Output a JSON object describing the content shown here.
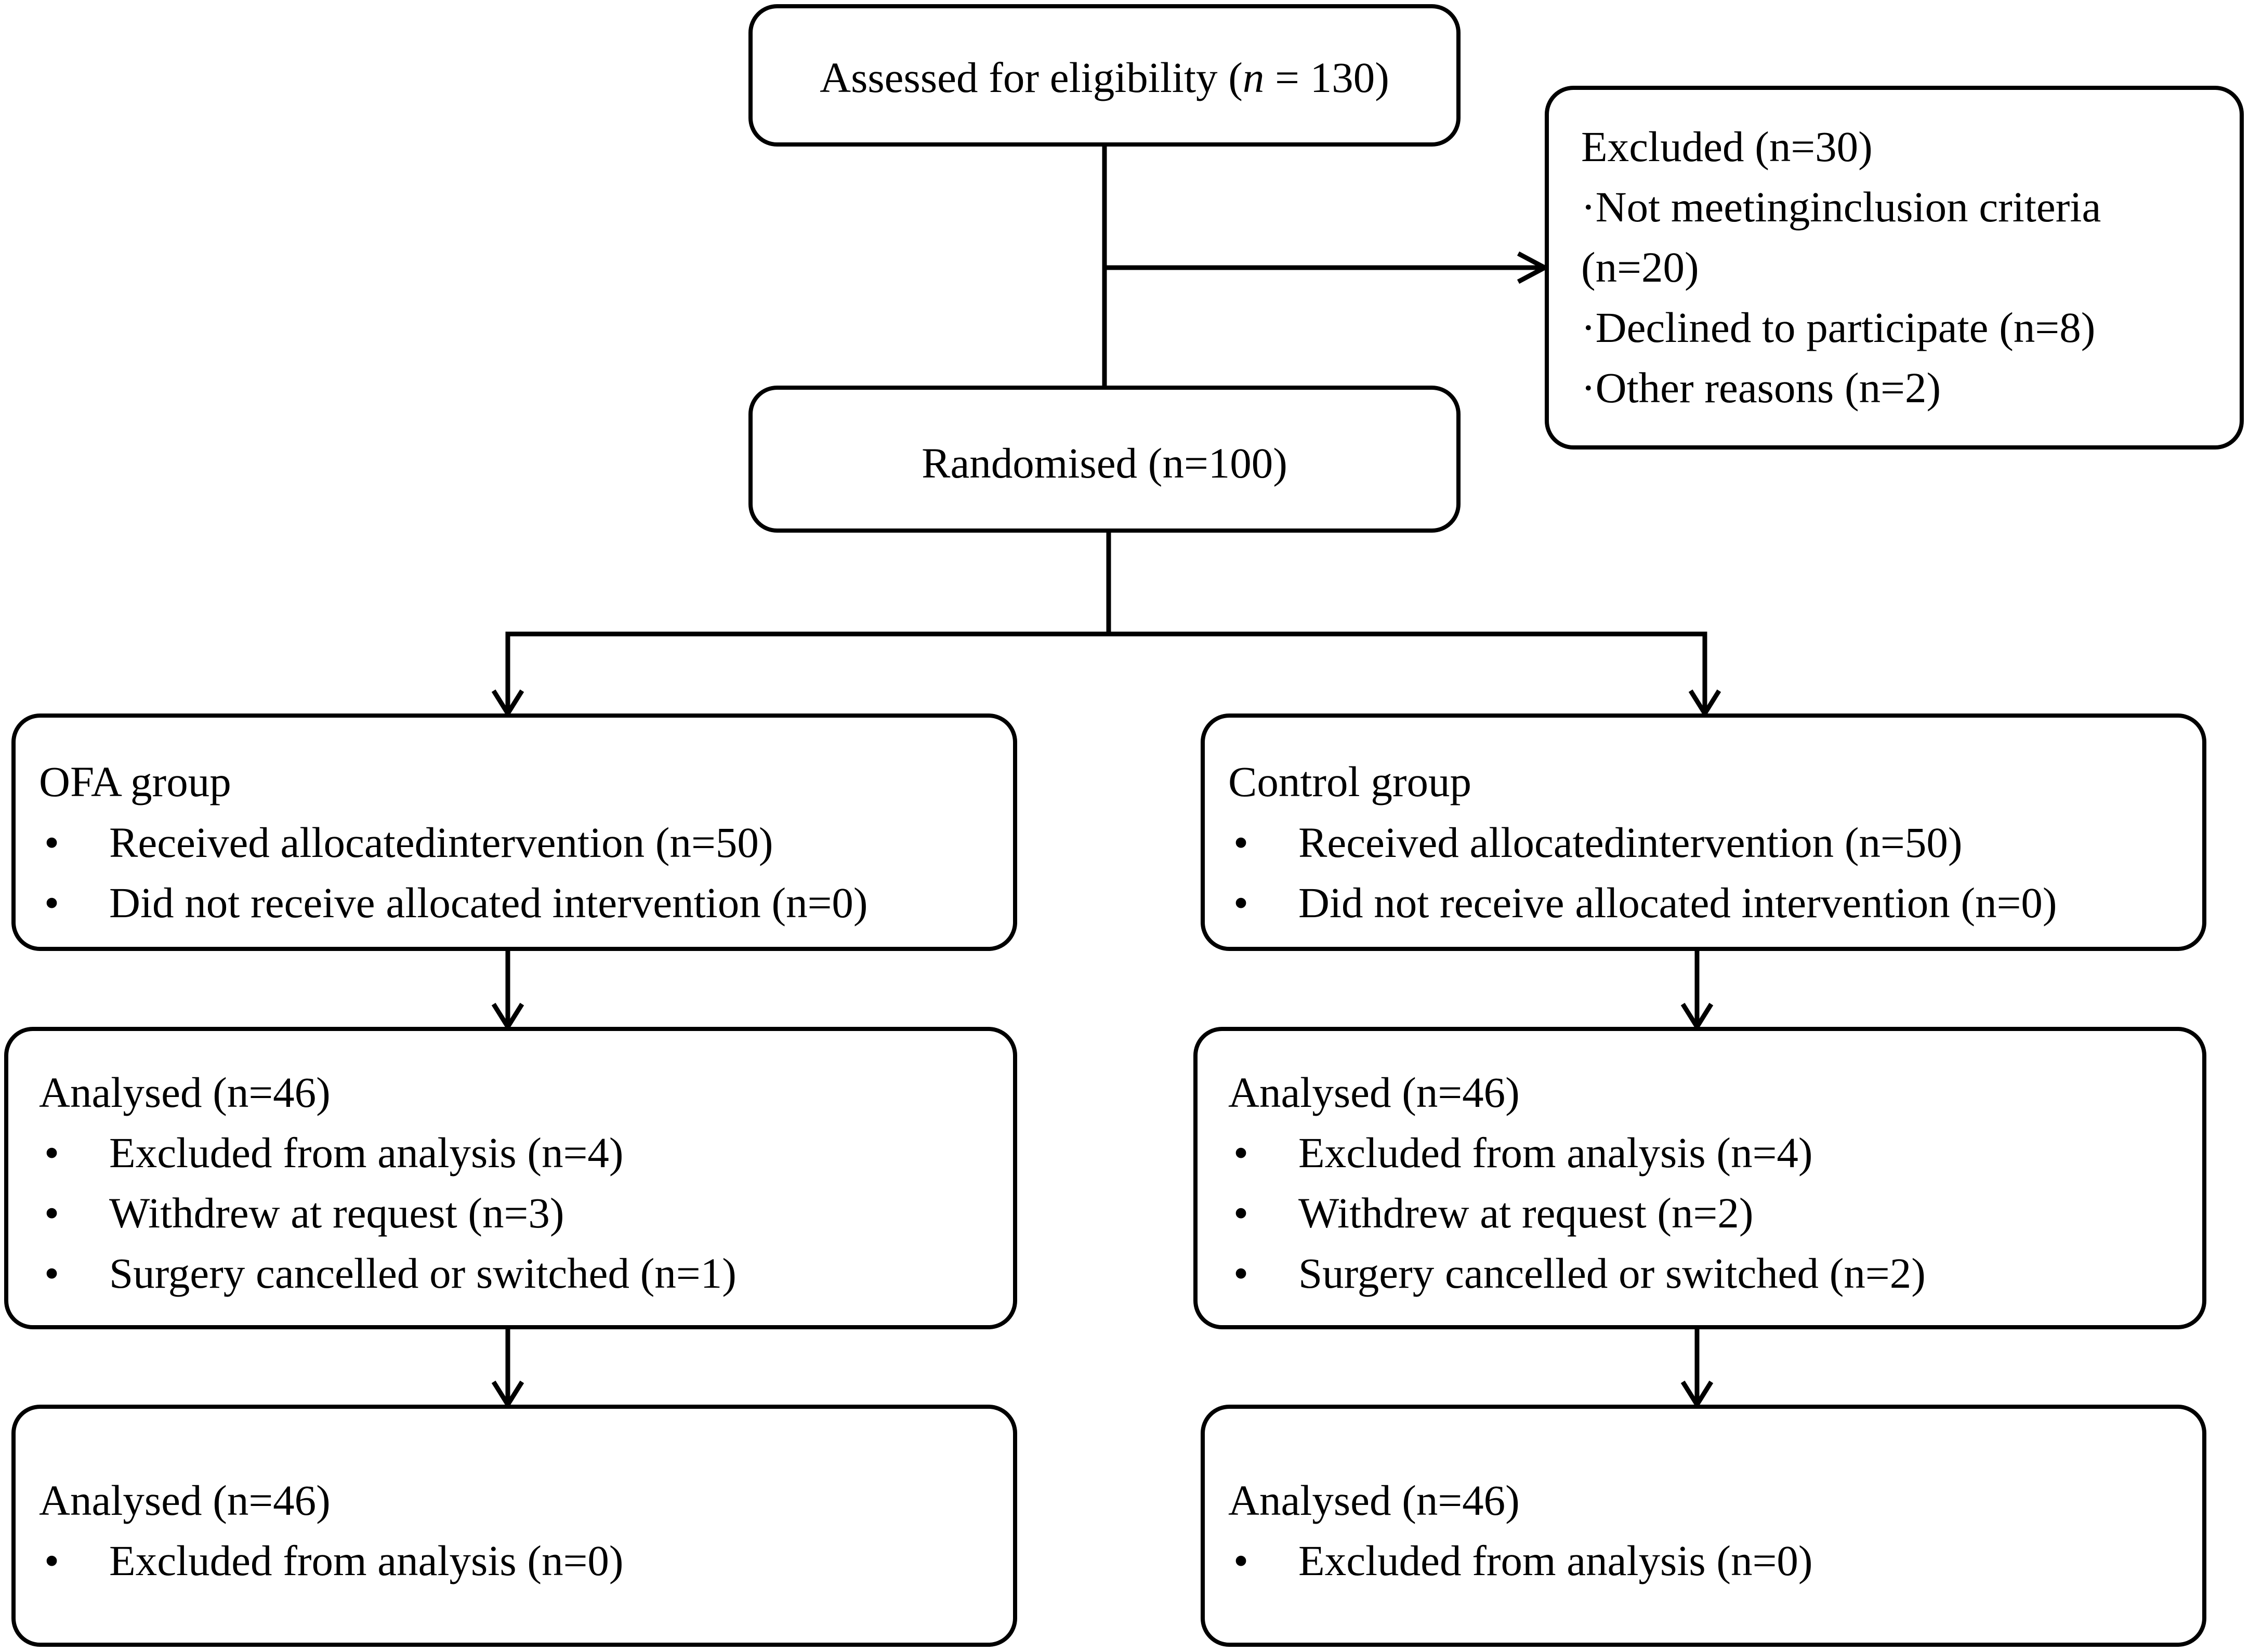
{
  "assessed": {
    "prefix": "Assessed for eligibility (",
    "n_symbol": "n",
    "suffix": " = 130)"
  },
  "excluded": {
    "title": "Excluded (n=30)",
    "lines": [
      "·Not meetinginclusion criteria",
      "(n=20)",
      "·Declined to participate (n=8)",
      "·Other reasons (n=2)"
    ]
  },
  "randomised": {
    "label": "Randomised (n=100)"
  },
  "bullet_char": "•",
  "allocation": {
    "ofa": {
      "title": "OFA group",
      "items": [
        "Received allocatedintervention (n=50)",
        "Did not receive allocated intervention (n=0)"
      ]
    },
    "control": {
      "title": "Control group",
      "items": [
        "Received allocatedintervention (n=50)",
        "Did not receive allocated intervention (n=0)"
      ]
    }
  },
  "followup": {
    "ofa": {
      "title": "Analysed (n=46)",
      "items": [
        "Excluded from analysis (n=4)",
        "Withdrew at request (n=3)",
        "Surgery cancelled or switched (n=1)"
      ]
    },
    "control": {
      "title": "Analysed (n=46)",
      "items": [
        "Excluded from analysis (n=4)",
        "Withdrew at request (n=2)",
        "Surgery cancelled or switched (n=2)"
      ]
    }
  },
  "analysis": {
    "ofa": {
      "title": "Analysed (n=46)",
      "items": [
        "Excluded from analysis (n=0)"
      ]
    },
    "control": {
      "title": "Analysed (n=46)",
      "items": [
        "Excluded from analysis (n=0)"
      ]
    }
  },
  "colors": {
    "stroke": "#000000",
    "background": "#ffffff",
    "text": "#000000"
  }
}
